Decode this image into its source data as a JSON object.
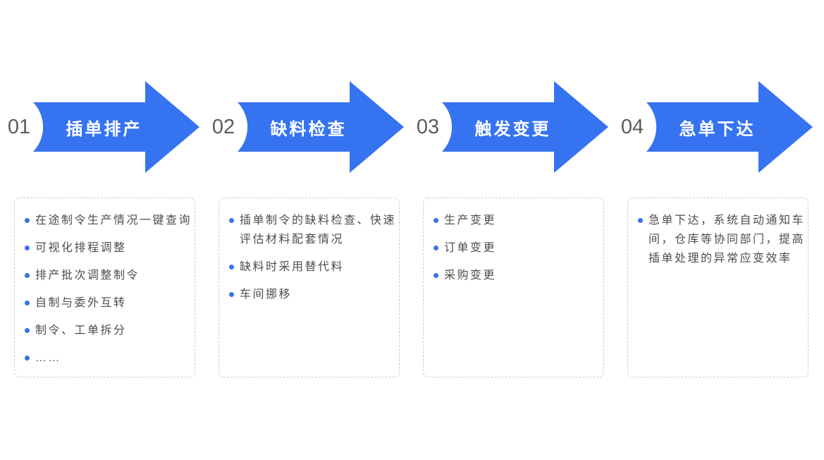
{
  "colors": {
    "arrow_fill": "#3573F1",
    "bullet_dot": "#3573F1",
    "step_number_text": "#5C5C5C",
    "box_text": "#4D4D4D",
    "box_border": "#CCCCCC",
    "arrow_label_text": "#FFFFFF",
    "background": "#FFFFFF"
  },
  "steps": [
    {
      "number": "01",
      "title": "插单排产",
      "bullets": [
        "在途制令生产情况一键查询",
        "可视化排程调整",
        "排产批次调整制令",
        "自制与委外互转",
        "制令、工单拆分",
        "……"
      ]
    },
    {
      "number": "02",
      "title": "缺料检查",
      "bullets": [
        "插单制令的缺料检查、快速评估材料配套情况",
        "缺料时采用替代料",
        "车间挪移"
      ]
    },
    {
      "number": "03",
      "title": "触发变更",
      "bullets": [
        "生产变更",
        "订单变更",
        "采购变更"
      ]
    },
    {
      "number": "04",
      "title": "急单下达",
      "bullets": [
        "急单下达，系统自动通知车间，仓库等协同部门，提高插单处理的异常应变效率"
      ]
    }
  ]
}
